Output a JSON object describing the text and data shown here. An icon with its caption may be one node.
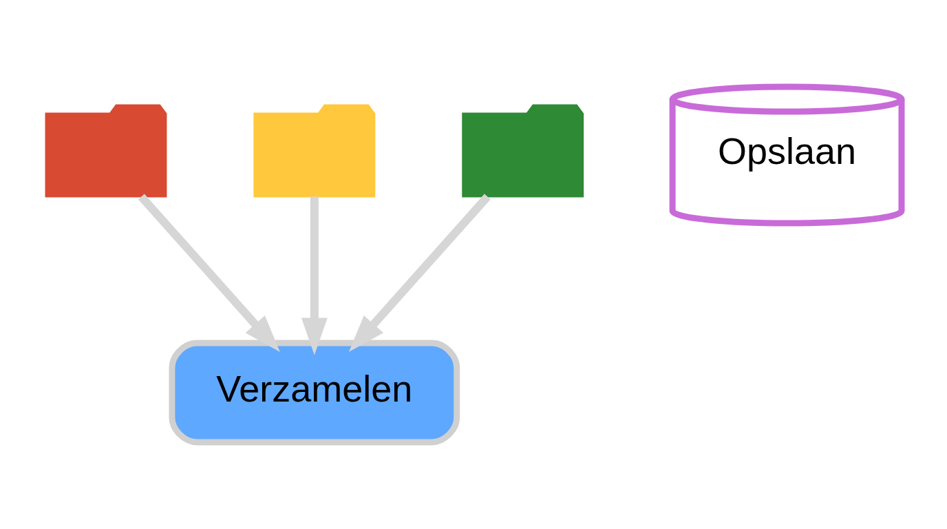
{
  "diagram": {
    "nodes": [
      {
        "text": [],
        "shape": "folder"
      },
      {
        "text": [],
        "shape": "folder"
      },
      {
        "text": [],
        "shape": "folder"
      },
      {
        "text": [
          "Verzamelen"
        ]
      },
      {
        "text": [
          "Opslaan"
        ]
      }
    ],
    "edges": [
      {
        "from": 0,
        "to": 3,
        "arrow": "to"
      },
      {
        "from": 1,
        "to": 3,
        "arrow": "to"
      },
      {
        "from": 2,
        "to": 3,
        "arrow": "to"
      }
    ]
  }
}
